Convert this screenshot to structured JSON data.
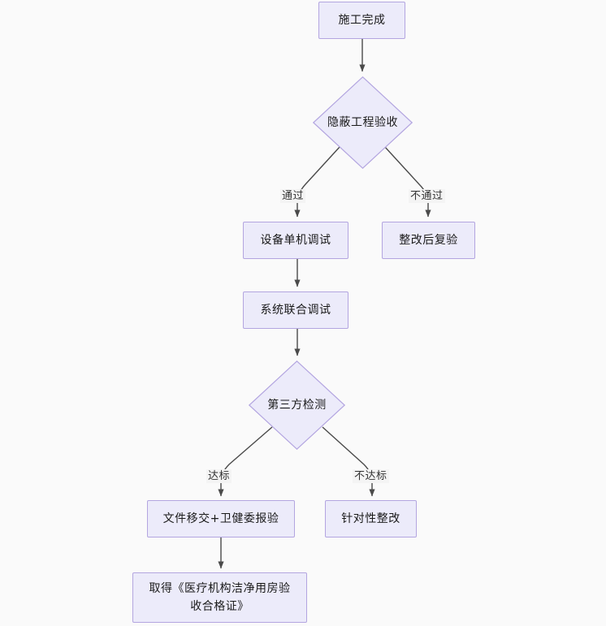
{
  "diagram": {
    "type": "flowchart",
    "orientation": "top-to-bottom",
    "background_color": "#fafafa",
    "node_fill_color": "#ecebfa",
    "node_border_color": "#b3a5e0",
    "edge_color": "#4a4a4a",
    "nodes": [
      {
        "id": "n1",
        "shape": "rect",
        "label": "施工完成"
      },
      {
        "id": "n2",
        "shape": "diamond",
        "label": "隐蔽工程验收"
      },
      {
        "id": "n3",
        "shape": "rect",
        "label": "设备单机调试"
      },
      {
        "id": "n4",
        "shape": "rect",
        "label": "整改后复验"
      },
      {
        "id": "n5",
        "shape": "rect",
        "label": "系统联合调试"
      },
      {
        "id": "n6",
        "shape": "diamond",
        "label": "第三方检测"
      },
      {
        "id": "n7",
        "shape": "rect",
        "label": "文件移交+卫健委报验"
      },
      {
        "id": "n8",
        "shape": "rect",
        "label": "针对性整改"
      },
      {
        "id": "n9",
        "shape": "rect",
        "label": "取得《医疗机构洁净用房验\n收合格证》"
      }
    ],
    "edges": [
      {
        "from": "n1",
        "to": "n2",
        "label": ""
      },
      {
        "from": "n2",
        "to": "n3",
        "label": "通过"
      },
      {
        "from": "n2",
        "to": "n4",
        "label": "不通过"
      },
      {
        "from": "n3",
        "to": "n5",
        "label": ""
      },
      {
        "from": "n5",
        "to": "n6",
        "label": ""
      },
      {
        "from": "n6",
        "to": "n7",
        "label": "达标"
      },
      {
        "from": "n6",
        "to": "n8",
        "label": "不达标"
      },
      {
        "from": "n7",
        "to": "n9",
        "label": ""
      }
    ],
    "edge_labels": {
      "pass": "通过",
      "fail": "不通过",
      "meets_standard": "达标",
      "below_standard": "不达标"
    }
  }
}
